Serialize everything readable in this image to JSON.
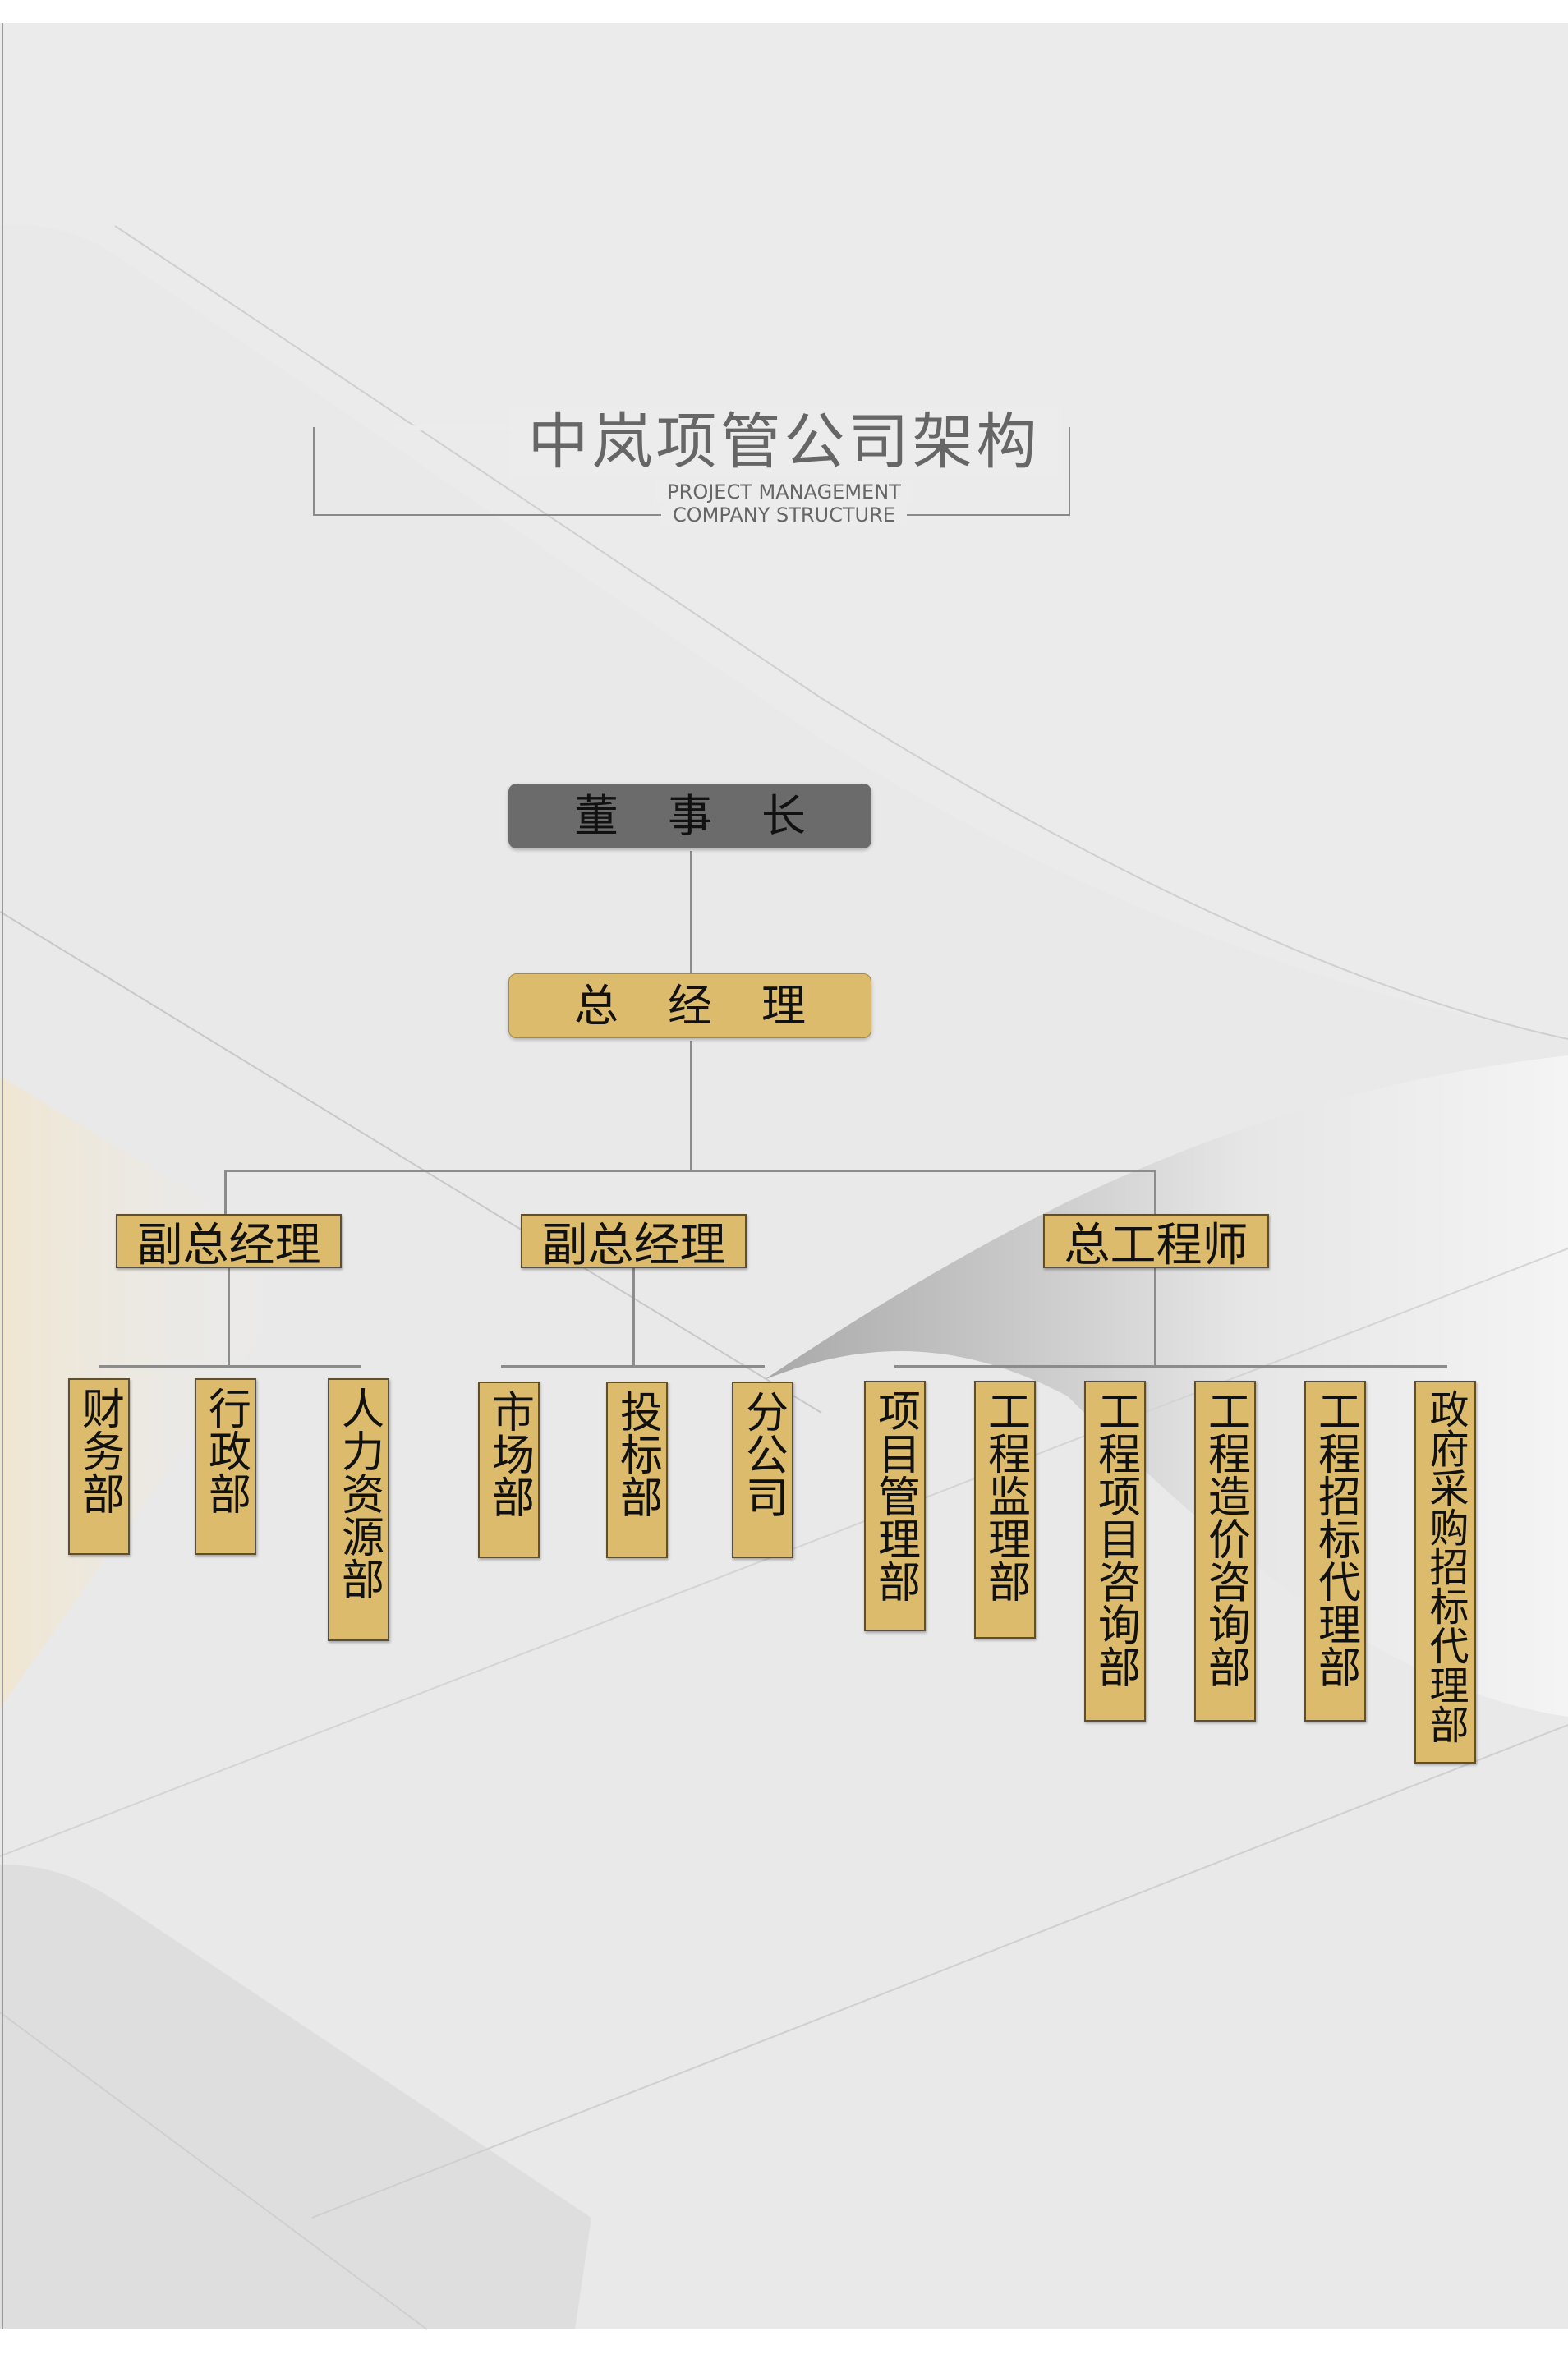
{
  "title": {
    "cn": "中岚项管公司架构",
    "en_line1": "PROJECT MANAGEMENT",
    "en_line2": "COMPANY STRUCTURE"
  },
  "org": {
    "chairman": "董事长",
    "general_manager": "总经理",
    "level2": [
      "副总经理",
      "副总经理",
      "总工程师"
    ],
    "groups": [
      [
        "财务部",
        "行政部",
        "人力资源部"
      ],
      [
        "市场部",
        "投标部",
        "分公司"
      ],
      [
        "项目管理部",
        "工程监理部",
        "工程项目咨询部",
        "工程造价咨询部",
        "工程招标代理部",
        "政府采购招标代理部"
      ]
    ]
  },
  "colors": {
    "gold": "#dcbb6c",
    "dark": "#6b6b6b",
    "line": "#8c8c8c"
  }
}
